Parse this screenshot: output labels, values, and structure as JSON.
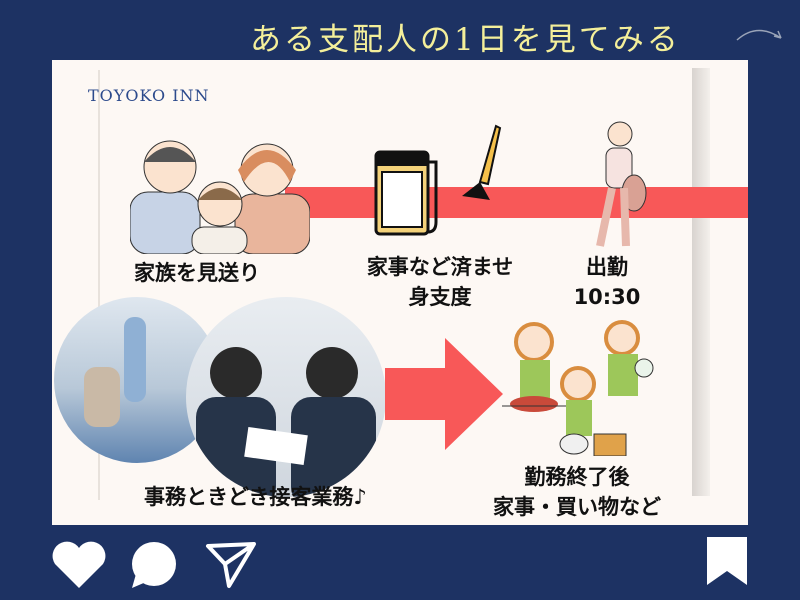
{
  "title": "ある支配人の1日を見てみる",
  "logo": "TOYOKO INN",
  "steps": {
    "family": "家族を見送り",
    "chores_line1": "家事など済ませ",
    "chores_line2": "身支度",
    "commute_line1": "出勤",
    "commute_line2": "10:30",
    "work": "事務ときどき接客業務♪",
    "after_line1": "勤務終了後",
    "after_line2": "家事・買い物など"
  },
  "colors": {
    "background": "#1d3263",
    "card": "#fdf8f4",
    "accent": "#f85858",
    "title": "#f4ef9a"
  }
}
